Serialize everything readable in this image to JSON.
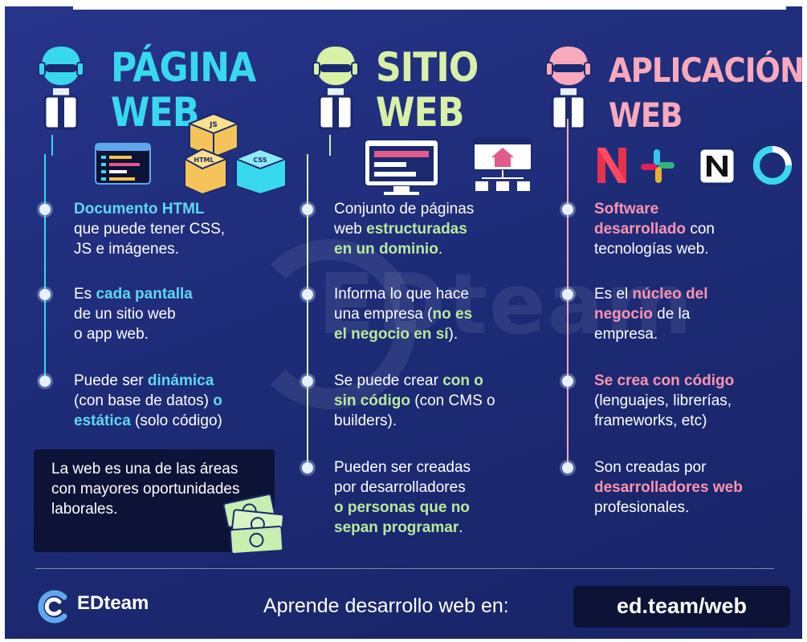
{
  "columns": [
    {
      "title_line1": "PÁGINA",
      "title_line2": "WEB",
      "items": [
        [
          {
            "t": "Documento HTML",
            "c": "hl-cyan"
          },
          {
            "t": "\nque puede tener CSS,\nJS e imágenes."
          }
        ],
        [
          {
            "t": "Es "
          },
          {
            "t": "cada pantalla",
            "c": "hl-cyan"
          },
          {
            "t": "\nde un sitio web\no app web."
          }
        ],
        [
          {
            "t": "Puede ser "
          },
          {
            "t": "dinámica",
            "c": "hl-cyan"
          },
          {
            "t": "\n(con base de datos) "
          },
          {
            "t": "o\nestática",
            "c": "hl-cyan"
          },
          {
            "t": " (solo código)"
          }
        ]
      ]
    },
    {
      "title_line1": "SITIO",
      "title_line2": "WEB",
      "items": [
        [
          {
            "t": "Conjunto de páginas\nweb "
          },
          {
            "t": "estructuradas\nen un dominio",
            "c": "hl-green"
          },
          {
            "t": "."
          }
        ],
        [
          {
            "t": "Informa lo que hace\nuna empresa ("
          },
          {
            "t": "no es\nel negocio en sí",
            "c": "hl-green"
          },
          {
            "t": ")."
          }
        ],
        [
          {
            "t": "Se puede crear "
          },
          {
            "t": "con o\nsin código",
            "c": "hl-green"
          },
          {
            "t": " (con CMS o\nbuilders)."
          }
        ],
        [
          {
            "t": "Pueden ser creadas\npor desarrolladores\n"
          },
          {
            "t": "o personas que no\nsepan programar",
            "c": "hl-green"
          },
          {
            "t": "."
          }
        ]
      ]
    },
    {
      "title_line1": "APLICACIÓN",
      "title_line2": "WEB",
      "items": [
        [
          {
            "t": "Software\ndesarrollado",
            "c": "hl-pink"
          },
          {
            "t": " con\ntecnologías web."
          }
        ],
        [
          {
            "t": "Es el "
          },
          {
            "t": "núcleo del\nnegocio",
            "c": "hl-pink"
          },
          {
            "t": " de la\nempresa."
          }
        ],
        [
          {
            "t": "Se crea con código",
            "c": "hl-pink"
          },
          {
            "t": "\n(lenguajes, librerías,\nframeworks, etc)"
          }
        ],
        [
          {
            "t": "Son creadas por\n"
          },
          {
            "t": "desarrolladores web",
            "c": "hl-pink"
          },
          {
            "t": "\nprofesionales."
          }
        ]
      ]
    }
  ],
  "cube_labels": [
    "JS",
    "HTML",
    "CSS"
  ],
  "note": "La web es una de las áreas con mayores oportunidades laborales.",
  "watermark": "EDteam",
  "footer": {
    "brand": "EDteam",
    "cta_text": "Aprende desarrollo web en:",
    "cta_url": "ed.team/web"
  },
  "app_logos": [
    "notion-n-logo",
    "slack-logo",
    "notion-logo",
    "ring-logo"
  ],
  "colors": {
    "background": "#1e2c78",
    "accent_cyan": "#38d9ee",
    "accent_green": "#d9f1a6",
    "accent_pink": "#f8a9bb",
    "dark_box": "#0d1336"
  }
}
